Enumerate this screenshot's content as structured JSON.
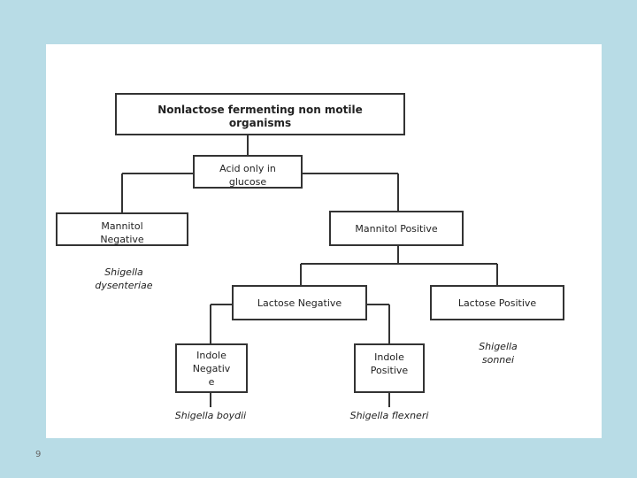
{
  "diagram": {
    "root": {
      "line1": "Nonlactose fermenting non motile",
      "line2": "organisms"
    },
    "acid": {
      "line1": "Acid only in",
      "line2": "glucose"
    },
    "mannitol_negative": {
      "line1": "Mannitol",
      "line2": "Negative"
    },
    "mannitol_positive": {
      "label": "Mannitol Positive"
    },
    "lactose_negative": {
      "label": "Lactose Negative"
    },
    "lactose_positive": {
      "label": "Lactose Positive"
    },
    "indole_negative": {
      "line1": "Indole",
      "line2": "Negativ",
      "line3": "e"
    },
    "indole_positive": {
      "line1": "Indole",
      "line2": "Positive"
    },
    "leaves": {
      "dysenteriae": {
        "line1": "Shigella",
        "line2": "dysenteriae"
      },
      "sonnei": {
        "line1": "Shigella",
        "line2": "sonnei"
      },
      "boydii": "Shigella boydii",
      "flexneri": "Shigella flexneri"
    }
  },
  "slide": {
    "page_number": "9"
  }
}
